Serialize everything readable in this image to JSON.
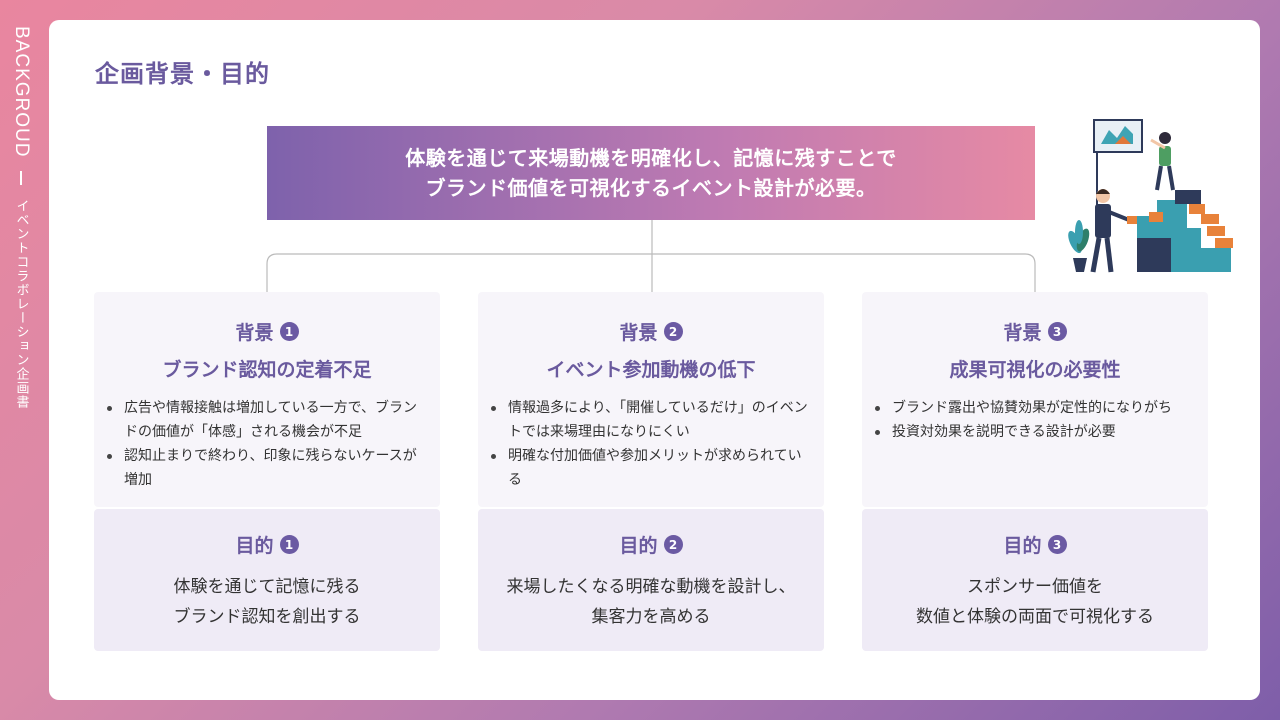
{
  "sidebar": {
    "label": "BACKGROUD",
    "sublabel": "イベントコラボレーション企画書"
  },
  "title": "企画背景・目的",
  "summary": {
    "line1": "体験を通じて来場動機を明確化し、記憶に残すことで",
    "line2": "ブランド価値を可視化するイベント設計が必要。"
  },
  "columns": [
    {
      "background": {
        "label": "背景",
        "number": "1",
        "title": "ブランド認知の定着不足",
        "bullets": [
          "広告や情報接触は増加している一方で、ブランドの価値が「体感」される機会が不足",
          "認知止まりで終わり、印象に残らないケースが増加"
        ]
      },
      "goal": {
        "label": "目的",
        "number": "1",
        "lines": [
          "体験を通じて記憶に残る",
          "ブランド認知を創出する"
        ]
      }
    },
    {
      "background": {
        "label": "背景",
        "number": "2",
        "title": "イベント参加動機の低下",
        "bullets": [
          "情報過多により、「開催しているだけ」のイベントでは来場理由になりにくい",
          "明確な付加価値や参加メリットが求められている"
        ]
      },
      "goal": {
        "label": "目的",
        "number": "2",
        "lines": [
          "来場したくなる明確な動機を設計し、",
          "集客力を高める"
        ]
      }
    },
    {
      "background": {
        "label": "背景",
        "number": "3",
        "title": "成果可視化の必要性",
        "bullets": [
          "ブランド露出や協賛効果が定性的になりがち",
          "投資対効果を説明できる設計が必要"
        ]
      },
      "goal": {
        "label": "目的",
        "number": "3",
        "lines": [
          "スポンサー価値を",
          "数値と体験の両面で可視化する"
        ]
      }
    }
  ],
  "icons": {
    "illustration": "people-building-blocks-illustration"
  },
  "colors": {
    "accent": "#6a5a9e",
    "gradient_start": "#7e62ac",
    "gradient_end": "#e68aa4"
  }
}
